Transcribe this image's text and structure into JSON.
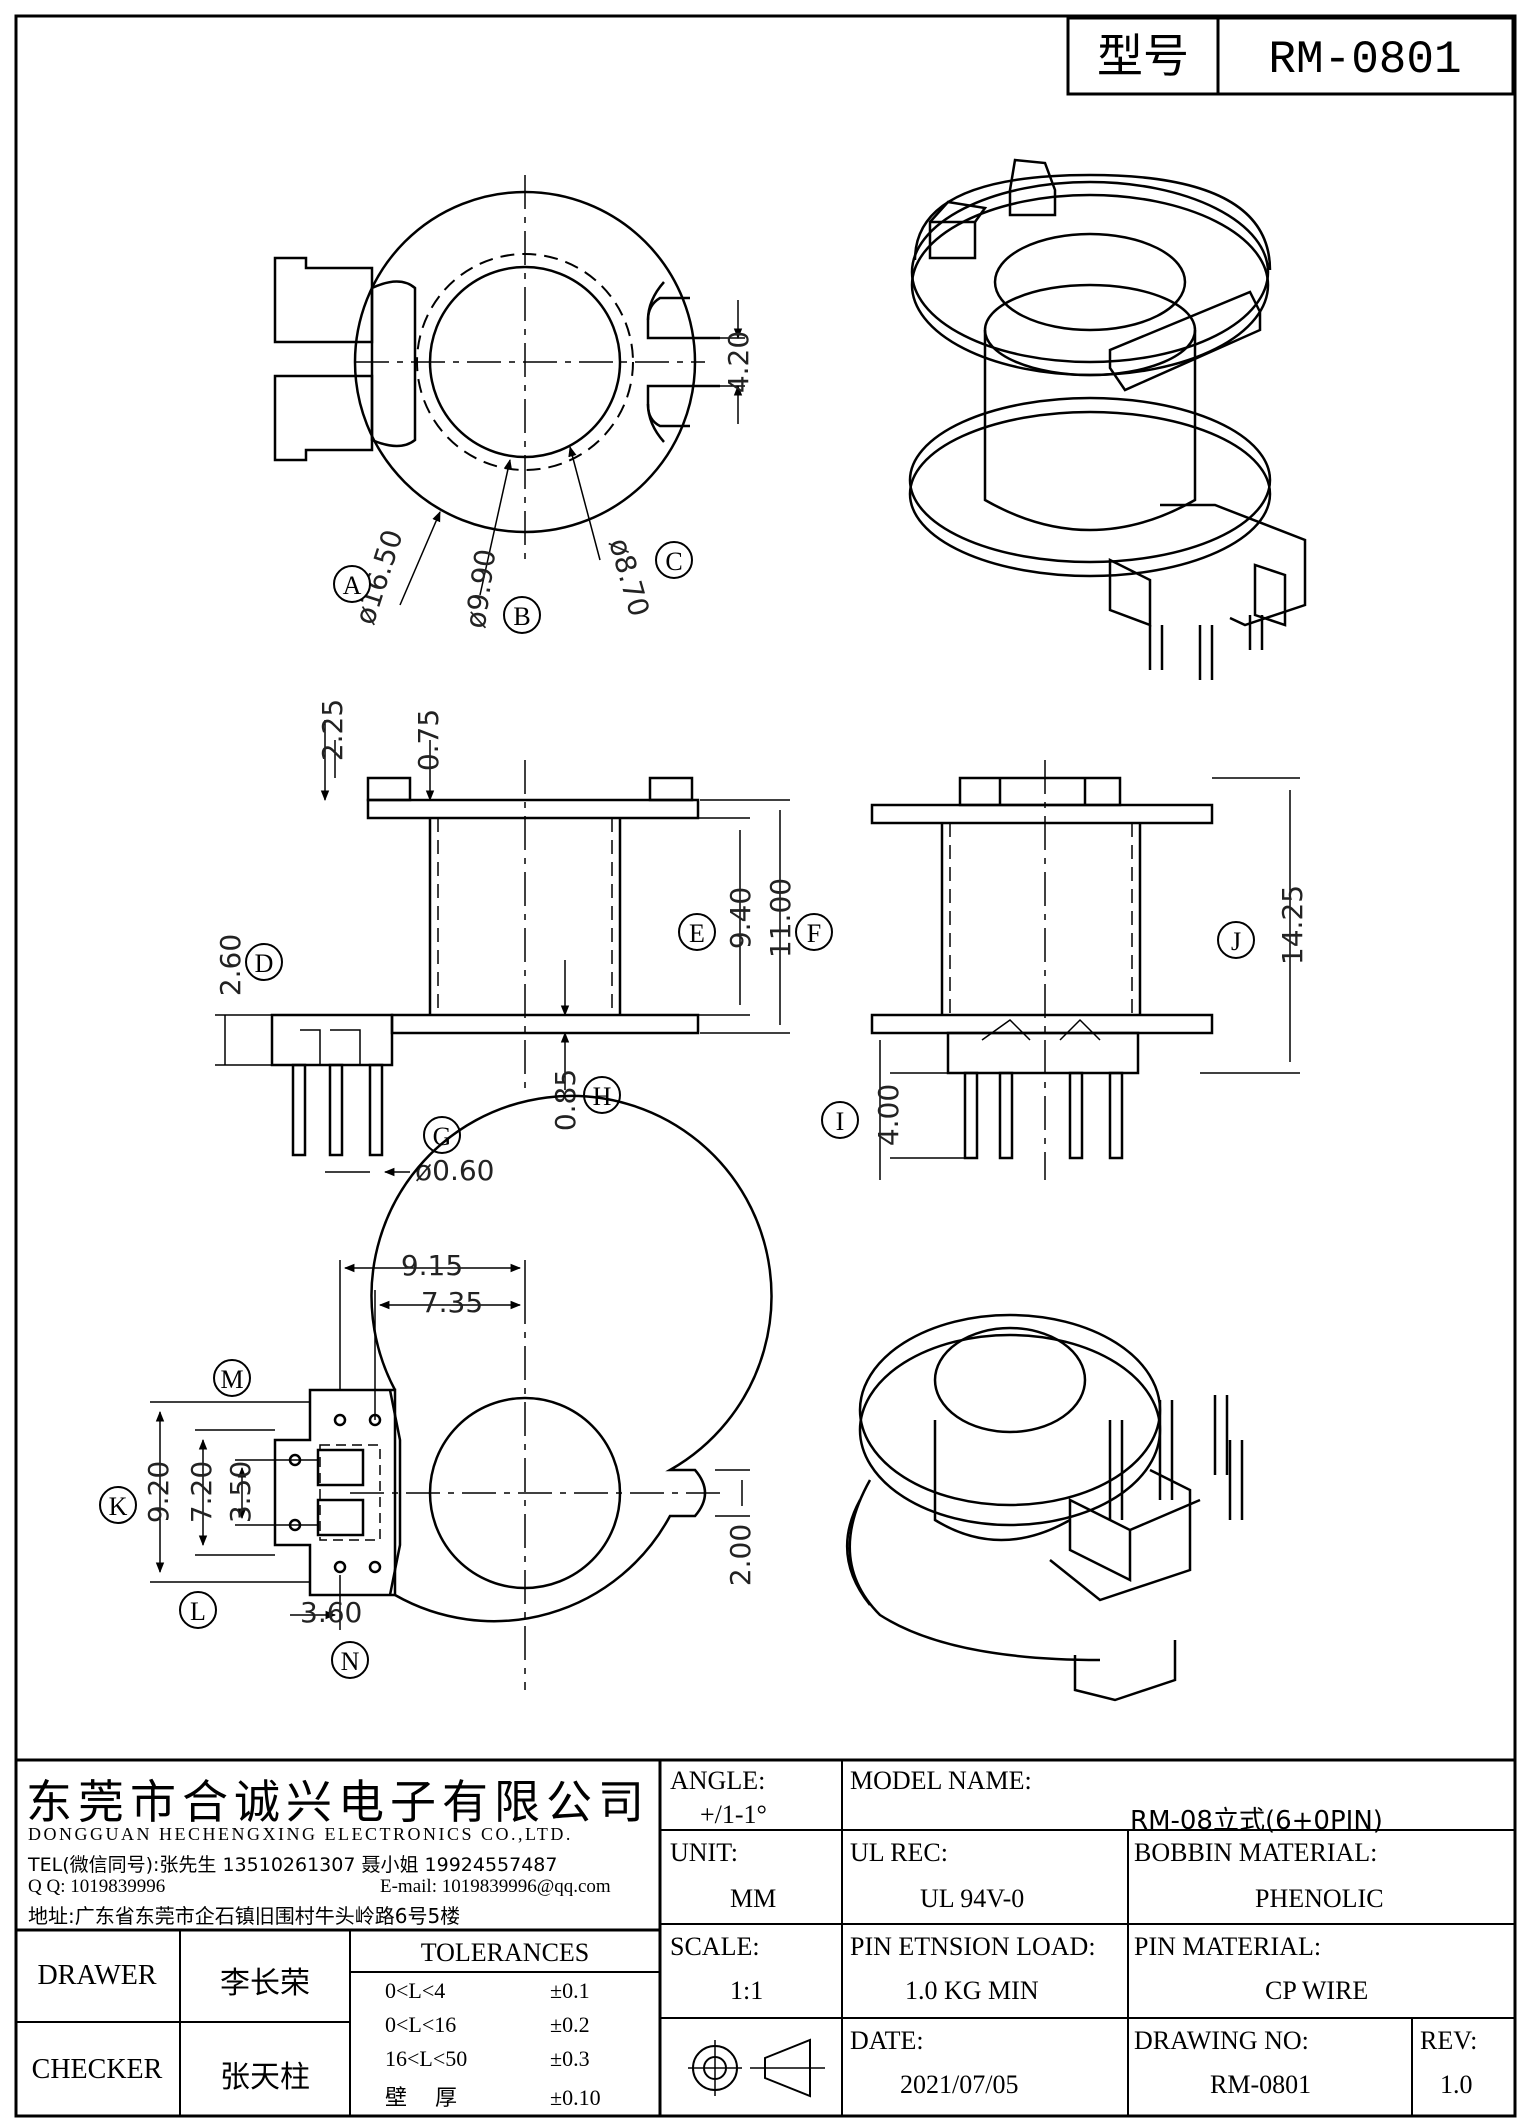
{
  "header": {
    "model_label": "型号",
    "model_value": "RM-0801"
  },
  "view_top": {
    "callouts": {
      "A": "A",
      "B": "B",
      "C": "C"
    },
    "dims": {
      "outer_dia": "ø16.50",
      "inner_dia": "ø9.90",
      "core_dia": "ø8.70",
      "slot": "4.20"
    }
  },
  "view_front": {
    "callouts": {
      "D": "D",
      "E": "E",
      "F": "F",
      "G": "G",
      "H": "H"
    },
    "dims": {
      "top_h": "2.25",
      "top_flange": "0.75",
      "inner_h": "9.40",
      "body_h": "11.00",
      "base_h": "2.60",
      "flange_bottom": "0.85",
      "pin_dia": "ø0.60"
    }
  },
  "view_side": {
    "callouts": {
      "I": "I",
      "J": "J"
    },
    "dims": {
      "total_h": "14.25",
      "pin_len": "4.00"
    }
  },
  "view_bottom": {
    "callouts": {
      "K": "K",
      "L": "L",
      "M": "M",
      "N": "N"
    },
    "dims": {
      "w1": "9.15",
      "w2": "7.35",
      "h1": "9.20",
      "h2": "7.20",
      "h3": "3.50",
      "pitch": "3.60",
      "slot": "2.00"
    }
  },
  "title_block": {
    "company_cn": "东莞市合诚兴电子有限公司",
    "company_en": "DONGGUAN HECHENGXING ELECTRONICS CO.,LTD.",
    "tel": "TEL(微信同号):张先生 13510261307 聂小姐 19924557487",
    "qq": "Q Q: 1019839996",
    "email": "E-mail: 1019839996@qq.com",
    "address": "地址:广东省东莞市企石镇旧围村牛头岭路6号5楼",
    "angle_label": "ANGLE:",
    "angle_value": "+/1-1°",
    "unit_label": "UNIT:",
    "unit_value": "MM",
    "scale_label": "SCALE:",
    "scale_value": "1:1",
    "model_name_label": "MODEL NAME:",
    "model_name_value": "RM-08立式(6+0PIN)",
    "ul_label": "UL REC:",
    "ul_value": "UL 94V-0",
    "bobbin_label": "BOBBIN MATERIAL:",
    "bobbin_value": "PHENOLIC",
    "pin_tension_label": "PIN ETNSION LOAD:",
    "pin_tension_value": "1.0 KG MIN",
    "pin_material_label": "PIN MATERIAL:",
    "pin_material_value": "CP WIRE",
    "date_label": "DATE:",
    "date_value": "2021/07/05",
    "drawing_no_label": "DRAWING NO:",
    "drawing_no_value": "RM-0801",
    "rev_label": "REV:",
    "rev_value": "1.0",
    "drawer_label": "DRAWER",
    "drawer_value": "李长荣",
    "checker_label": "CHECKER",
    "checker_value": "张天柱",
    "tolerances_label": "TOLERANCES",
    "tolerances": [
      {
        "range": "0<L<4",
        "value": "±0.1"
      },
      {
        "range": "0<L<16",
        "value": "±0.2"
      },
      {
        "range": "16<L<50",
        "value": "±0.3"
      },
      {
        "range": "壁    厚",
        "value": "±0.10"
      }
    ]
  }
}
